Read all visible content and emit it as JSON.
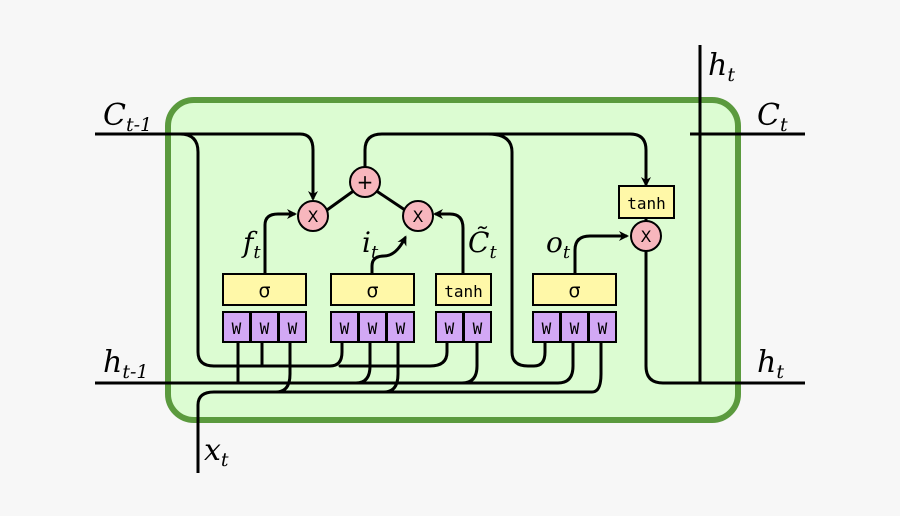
{
  "colors": {
    "background": "#f7f7f7",
    "cell_fill": "#dcfcd2",
    "cell_border": "#5b9a3e",
    "gate_fill": "#fff8a8",
    "weight_fill": "#d2a8f5",
    "op_fill": "#f7b6bd"
  },
  "labels": {
    "c_prev_main": "C",
    "c_prev_sub": "t-1",
    "c_next_main": "C",
    "c_next_sub": "t",
    "h_prev_main": "h",
    "h_prev_sub": "t-1",
    "h_next_right_main": "h",
    "h_next_right_sub": "t",
    "h_next_top_main": "h",
    "h_next_top_sub": "t",
    "x_main": "x",
    "x_sub": "t",
    "f_main": "f",
    "f_sub": "t",
    "i_main": "i",
    "i_sub": "t",
    "ctilde_main": "C̃",
    "ctilde_sub": "t",
    "o_main": "o",
    "o_sub": "t"
  },
  "gates": {
    "forget": "σ",
    "input": "σ",
    "candidate": "tanh",
    "output": "σ",
    "cell_tanh": "tanh"
  },
  "ops": {
    "multiply": "X",
    "add": "+"
  },
  "weight_label": "W"
}
